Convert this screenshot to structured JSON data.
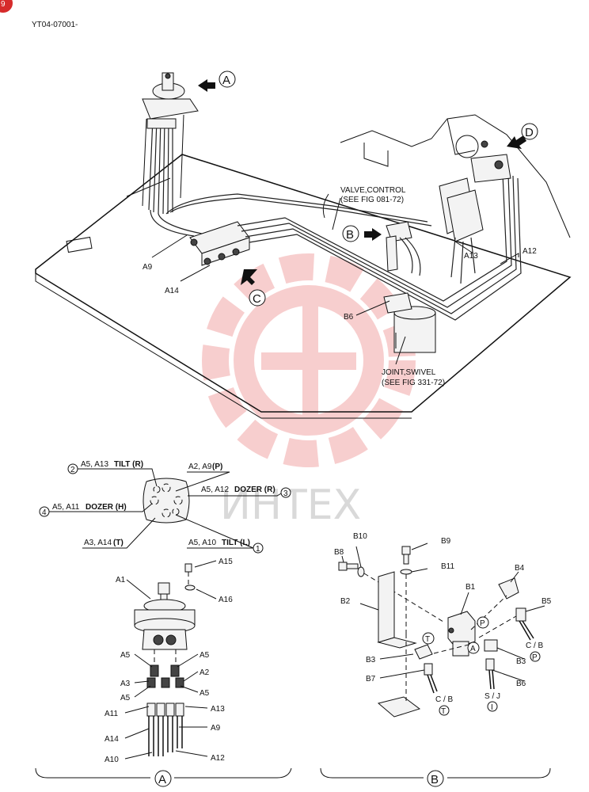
{
  "doc_code": "YT04-07001-",
  "page_badge": "9",
  "watermark": "ИНТЕХ",
  "main": {
    "callouts": {
      "A": "A",
      "B": "B",
      "C": "C",
      "D": "D"
    },
    "valve_control": [
      "VALVE,CONTROL",
      "(SEE FIG 081-72)"
    ],
    "joint_swivel": [
      "JOINT,SWIVEL",
      "(SEE FIG 331-72)"
    ],
    "labels": {
      "a9": "A9",
      "a14": "A14",
      "a13": "A13",
      "a12": "A12",
      "b6": "B6"
    }
  },
  "port_diagram": {
    "n1": "1",
    "n2": "2",
    "n3": "3",
    "n4": "4",
    "p2_a": "A5, A13",
    "p2_b": "TILT (R)",
    "ptop_a": "A2, A9",
    "ptop_b": "(P)",
    "p3_a": "A5, A12",
    "p3_b": "DOZER (R)",
    "p4_a": "A5, A11",
    "p4_b": "DOZER (H)",
    "pbl_a": "A3, A14",
    "pbl_b": "(T)",
    "p1_a": "A5, A10",
    "p1_b": "TILT (L)"
  },
  "detail_a": {
    "title": "A",
    "labels": {
      "a1": "A1",
      "a15": "A15",
      "a16": "A16",
      "a5_l1": "A5",
      "a5_r1": "A5",
      "a3": "A3",
      "a2": "A2",
      "a5_l2": "A5",
      "a5_r2": "A5",
      "a11": "A11",
      "a13": "A13",
      "a14": "A14",
      "a9": "A9",
      "a10": "A10",
      "a12": "A12"
    }
  },
  "detail_b": {
    "title": "B",
    "labels": {
      "b8": "B8",
      "b10": "B10",
      "b9": "B9",
      "b11": "B11",
      "b1": "B1",
      "b2": "B2",
      "b4": "B4",
      "b5": "B5",
      "b3_l": "B3",
      "b3_r": "B3",
      "b7": "B7",
      "b6": "B6"
    },
    "ports": {
      "p": "P",
      "t": "T",
      "a": "A"
    },
    "tags": {
      "cb_p": "C / B",
      "cb_p_port": "P",
      "cb_t": "C / B",
      "cb_t_port": "T",
      "sj": "S / J",
      "sj_port": "I"
    }
  }
}
